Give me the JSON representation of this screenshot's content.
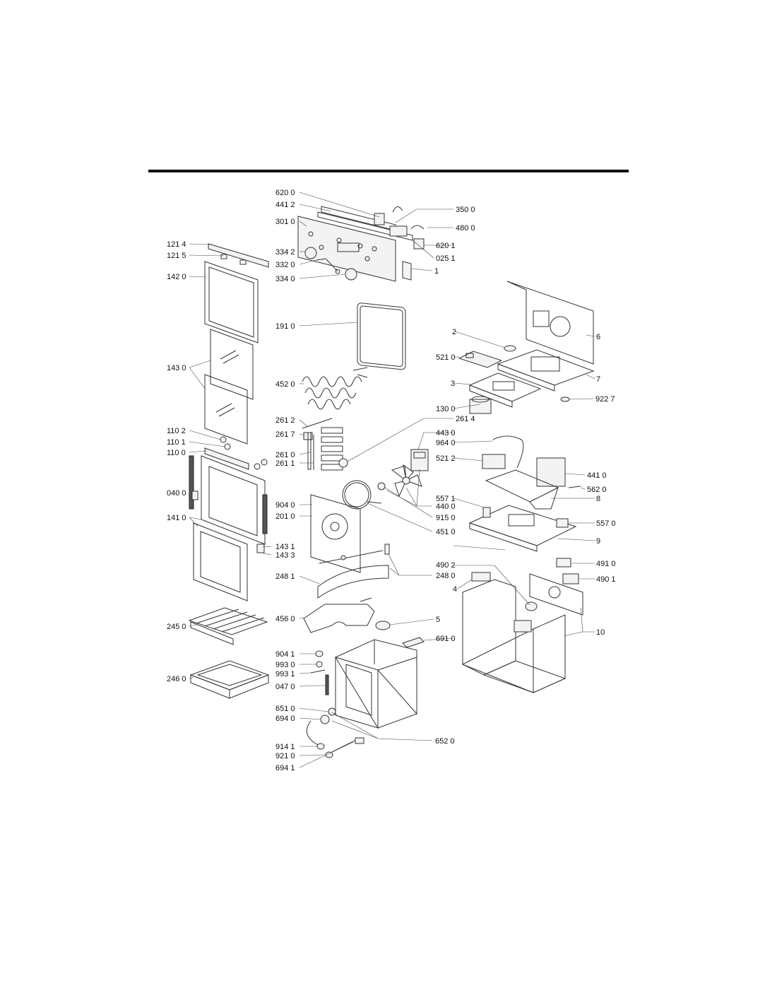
{
  "callouts": [
    {
      "id": "c6200",
      "text": "620 0"
    },
    {
      "id": "c4412",
      "text": "441 2"
    },
    {
      "id": "c3010",
      "text": "301 0"
    },
    {
      "id": "c3342",
      "text": "334 2"
    },
    {
      "id": "c3320",
      "text": "332 0"
    },
    {
      "id": "c3340",
      "text": "334 0"
    },
    {
      "id": "c3500",
      "text": "350 0"
    },
    {
      "id": "c4800",
      "text": "480 0"
    },
    {
      "id": "c6201",
      "text": "620 1"
    },
    {
      "id": "c0251",
      "text": "025 1"
    },
    {
      "id": "c1",
      "text": "1"
    },
    {
      "id": "c1214",
      "text": "121 4"
    },
    {
      "id": "c1215",
      "text": "121 5"
    },
    {
      "id": "c1420",
      "text": "142 0"
    },
    {
      "id": "c1430",
      "text": "143 0"
    },
    {
      "id": "c1102",
      "text": "110 2"
    },
    {
      "id": "c1101",
      "text": "110 1"
    },
    {
      "id": "c1100",
      "text": "110 0"
    },
    {
      "id": "c0400",
      "text": "040 0"
    },
    {
      "id": "c1410",
      "text": "141 0"
    },
    {
      "id": "c2450",
      "text": "245 0"
    },
    {
      "id": "c2460",
      "text": "246 0"
    },
    {
      "id": "c1910",
      "text": "191 0"
    },
    {
      "id": "c4520",
      "text": "452 0"
    },
    {
      "id": "c2612",
      "text": "261 2"
    },
    {
      "id": "c2617",
      "text": "261 7"
    },
    {
      "id": "c2610",
      "text": "261 0"
    },
    {
      "id": "c2611",
      "text": "261 1"
    },
    {
      "id": "c9040",
      "text": "904 0"
    },
    {
      "id": "c2010",
      "text": "201 0"
    },
    {
      "id": "c1431",
      "text": "143 1"
    },
    {
      "id": "c1433",
      "text": "143 3"
    },
    {
      "id": "c2481",
      "text": "248 1"
    },
    {
      "id": "c4560",
      "text": "456 0"
    },
    {
      "id": "c9041",
      "text": "904 1"
    },
    {
      "id": "c9930",
      "text": "993 0"
    },
    {
      "id": "c9931",
      "text": "993 1"
    },
    {
      "id": "c0470",
      "text": "047 0"
    },
    {
      "id": "c6510",
      "text": "651 0"
    },
    {
      "id": "c6940",
      "text": "694 0"
    },
    {
      "id": "c9141",
      "text": "914 1"
    },
    {
      "id": "c9210",
      "text": "921 0"
    },
    {
      "id": "c6941",
      "text": "694 1"
    },
    {
      "id": "c6520",
      "text": "652 0"
    },
    {
      "id": "c2614",
      "text": "261 4"
    },
    {
      "id": "c1300",
      "text": "130 0"
    },
    {
      "id": "c4430",
      "text": "443 0"
    },
    {
      "id": "c4400",
      "text": "440 0"
    },
    {
      "id": "c9150",
      "text": "915 0"
    },
    {
      "id": "c4510",
      "text": "451 0"
    },
    {
      "id": "c2480",
      "text": "248 0"
    },
    {
      "id": "c4902",
      "text": "490 2"
    },
    {
      "id": "c5",
      "text": "5"
    },
    {
      "id": "c6910",
      "text": "691 0"
    },
    {
      "id": "c2",
      "text": "2"
    },
    {
      "id": "c5210",
      "text": "521 0"
    },
    {
      "id": "c3",
      "text": "3"
    },
    {
      "id": "c6",
      "text": "6"
    },
    {
      "id": "c7",
      "text": "7"
    },
    {
      "id": "c9227",
      "text": "922 7"
    },
    {
      "id": "c9640",
      "text": "964 0"
    },
    {
      "id": "c5212",
      "text": "521 2"
    },
    {
      "id": "c4410",
      "text": "441 0"
    },
    {
      "id": "c5620",
      "text": "562 0"
    },
    {
      "id": "c8",
      "text": "8"
    },
    {
      "id": "c5571",
      "text": "557 1"
    },
    {
      "id": "c5570",
      "text": "557 0"
    },
    {
      "id": "c9",
      "text": "9"
    },
    {
      "id": "c4910",
      "text": "491 0"
    },
    {
      "id": "c4",
      "text": "4"
    },
    {
      "id": "c4901",
      "text": "490 1"
    },
    {
      "id": "c10",
      "text": "10"
    }
  ]
}
